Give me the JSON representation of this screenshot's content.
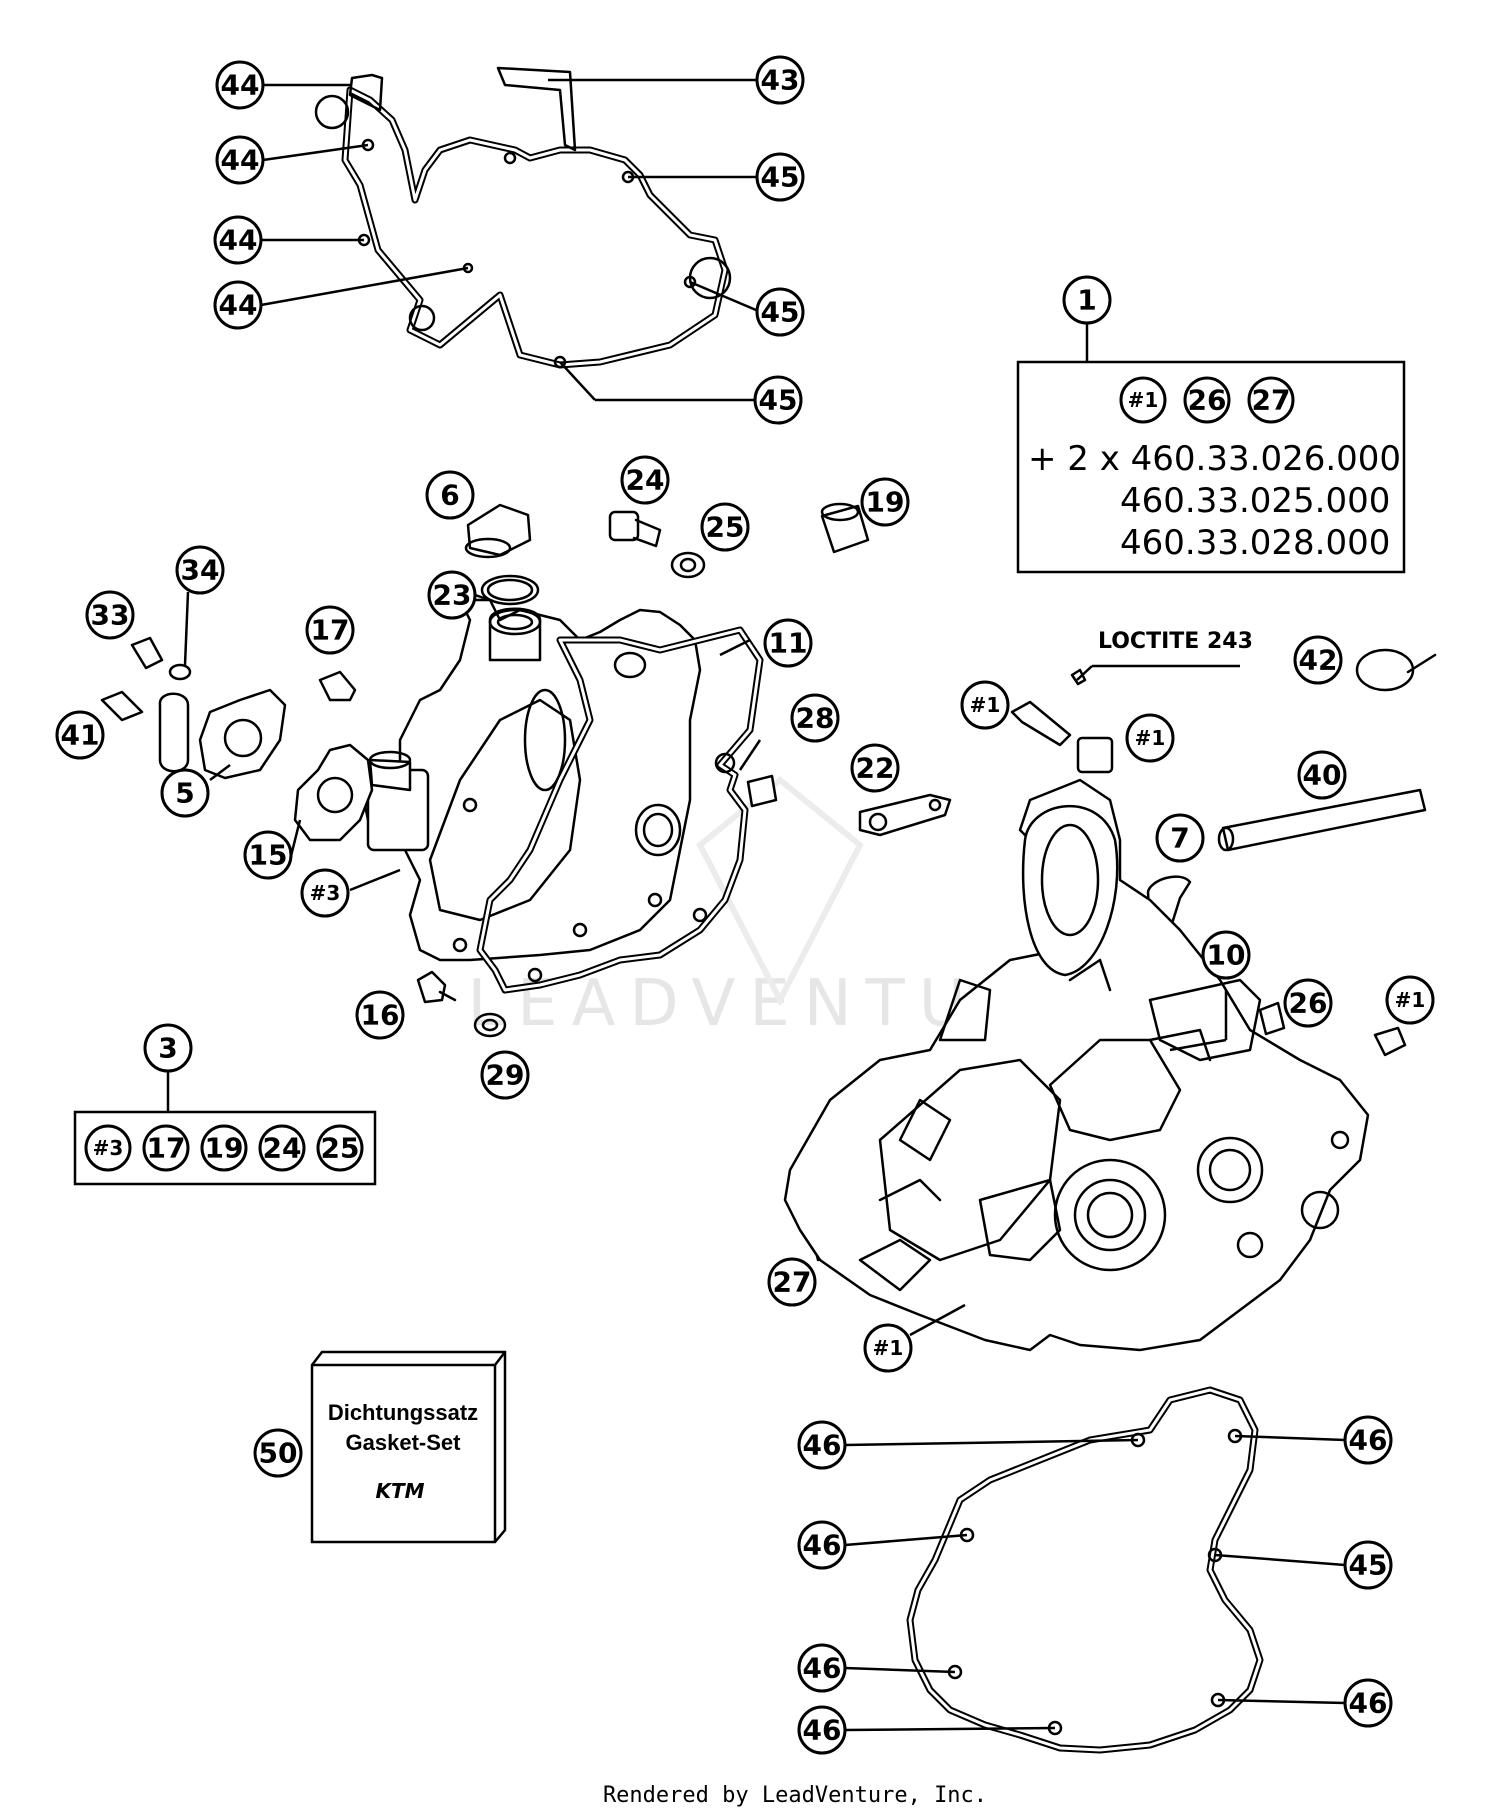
{
  "watermark": {
    "text": "LEADVENTURE"
  },
  "footer": {
    "text": "Rendered by LeadVenture, Inc."
  },
  "loctite": {
    "label": "LOCTITE 243"
  },
  "kit_box": {
    "line1": "Dichtungssatz",
    "line2": "Gasket-Set",
    "brand": "KTM"
  },
  "set_1": {
    "number": "1",
    "refs": [
      "#1",
      "26",
      "27"
    ],
    "line1": "+ 2 x 460.33.026.000",
    "line2": "460.33.025.000",
    "line3": "460.33.028.000"
  },
  "set_3": {
    "number": "3",
    "refs": [
      "#3",
      "17",
      "19",
      "24",
      "25"
    ]
  },
  "callouts": {
    "c44a": "44",
    "c44b": "44",
    "c44c": "44",
    "c44d": "44",
    "c43": "43",
    "c45a": "45",
    "c45b": "45",
    "c45c": "45",
    "c45d": "45",
    "c6": "6",
    "c24": "24",
    "c25": "25",
    "c19": "19",
    "c23": "23",
    "c34": "34",
    "c33": "33",
    "c17": "17",
    "c11": "11",
    "c41": "41",
    "c5": "5",
    "c15": "15",
    "c28": "28",
    "c22": "22",
    "c3hash": "#3",
    "c1hash_a": "#1",
    "c1hash_b": "#1",
    "c42": "42",
    "c40": "40",
    "c7": "7",
    "c10": "10",
    "c26": "26",
    "c1hash_c": "#1",
    "c16": "16",
    "c29": "29",
    "c27": "27",
    "c1hash_d": "#1",
    "c50": "50",
    "c46a": "46",
    "c46b": "46",
    "c46c": "46",
    "c46d": "46",
    "c46e": "46",
    "c46f": "46"
  }
}
